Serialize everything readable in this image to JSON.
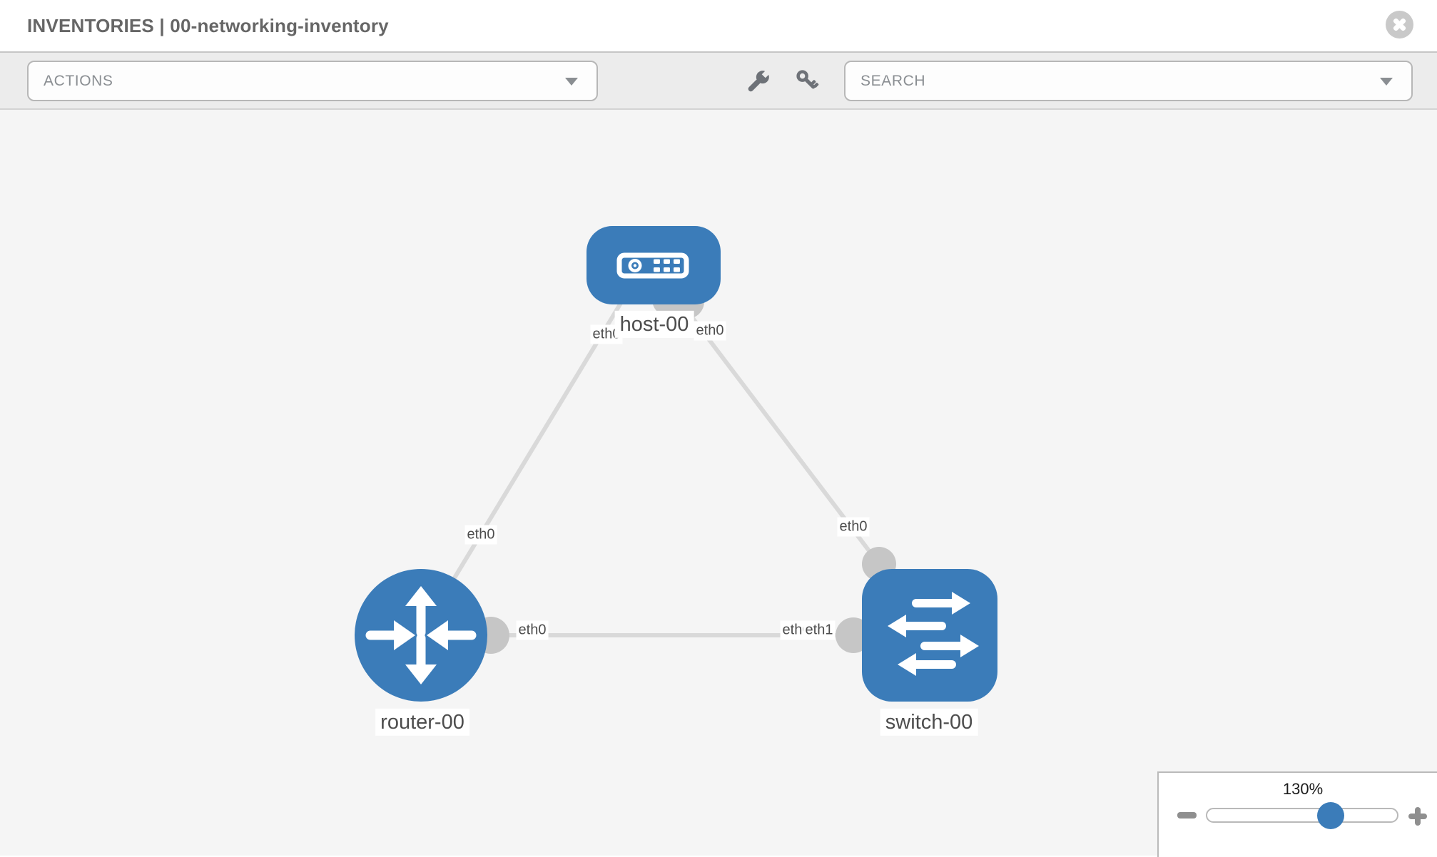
{
  "header": {
    "title": "INVENTORIES | 00-networking-inventory",
    "close_icon": "close-x"
  },
  "toolbar": {
    "actions_label": "ACTIONS",
    "search_label": "SEARCH",
    "icons": [
      "wrench-icon",
      "key-icon",
      "dropdown-caret-icon"
    ]
  },
  "topology": {
    "nodes": [
      {
        "id": "host-00",
        "type": "host"
      },
      {
        "id": "router-00",
        "type": "router"
      },
      {
        "id": "switch-00",
        "type": "switch"
      }
    ],
    "links": [
      {
        "from": "host-00",
        "to": "router-00",
        "from_if": "eth0",
        "to_if": "eth0"
      },
      {
        "from": "host-00",
        "to": "switch-00",
        "from_if": "eth0",
        "to_if": "eth0"
      },
      {
        "from": "router-00",
        "to": "switch-00",
        "from_if": "eth0",
        "to_if": "eth1"
      }
    ],
    "node_labels": {
      "host": "host-00",
      "router": "router-00",
      "switch": "switch-00"
    },
    "interfaces": {
      "host_near_left": "eth0",
      "host_near_right": "eth0",
      "router_from_host": "eth0",
      "switch_from_host": "eth0",
      "router_to_switch": "eth0",
      "switch_to_router_under": "eth0",
      "switch_to_router": "eth1"
    }
  },
  "zoom_control": {
    "value": "130%",
    "percent": 130
  },
  "colors": {
    "node_blue": "#3b7cb9",
    "link_gray": "#d9d9d9",
    "connector_gray": "#c6c6c6",
    "canvas_bg": "#f5f5f5",
    "toolbar_bg": "#ececec"
  }
}
